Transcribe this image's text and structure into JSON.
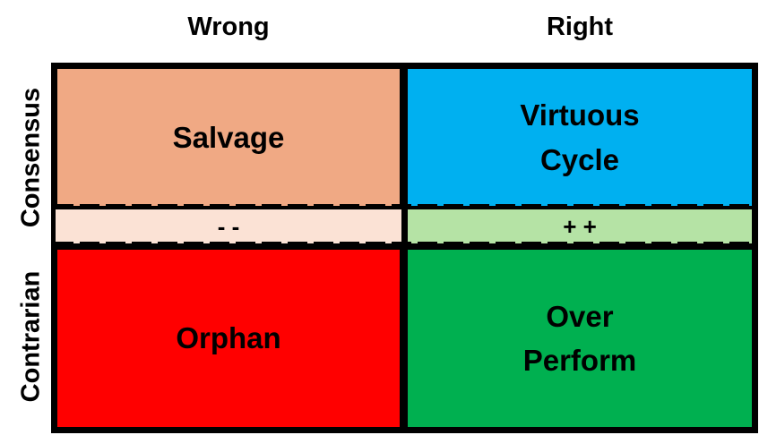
{
  "columns": [
    "Wrong",
    "Right"
  ],
  "rows": [
    "Consensus",
    "Contrarian"
  ],
  "quadrants": {
    "consensus_wrong": {
      "label": "Salvage",
      "color": "#F0A984"
    },
    "consensus_right": {
      "label": "Virtuous Cycle",
      "color": "#00B0F0"
    },
    "contrarian_wrong": {
      "label": "Orphan",
      "color": "#FF0000"
    },
    "contrarian_right": {
      "label": "Over Perform",
      "color": "#00B050"
    }
  },
  "bands": {
    "wrong": {
      "label": "- -",
      "color": "#FBE2D5"
    },
    "right": {
      "label": "+ +",
      "color": "#B5E3A5"
    }
  }
}
